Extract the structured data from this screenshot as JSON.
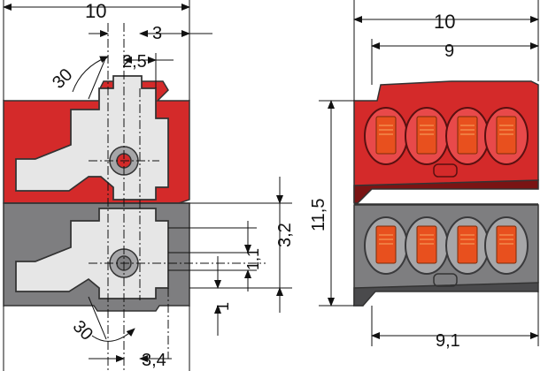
{
  "colors": {
    "red": "#d42a2a",
    "red_dark": "#7a1414",
    "red_light": "#e8494a",
    "gray": "#7e7e80",
    "gray_dark": "#4a4a4c",
    "gray_light": "#a6a6a8",
    "clip": "#e6e6e6",
    "orange": "#e8501e",
    "orange_light": "#f38a4c",
    "line": "#111111"
  },
  "dimensions": {
    "left_width": "10",
    "left_offset": "3",
    "left_pitch": "2,5",
    "angle_top": "30",
    "angle_bottom": "30",
    "left_clip_height": "3,2",
    "left_small_1": "1,1",
    "left_small_2": "1",
    "left_bottom": "3,4",
    "right_width": "10",
    "right_inner": "9",
    "right_height": "11,5",
    "right_bottom": "9,1"
  }
}
